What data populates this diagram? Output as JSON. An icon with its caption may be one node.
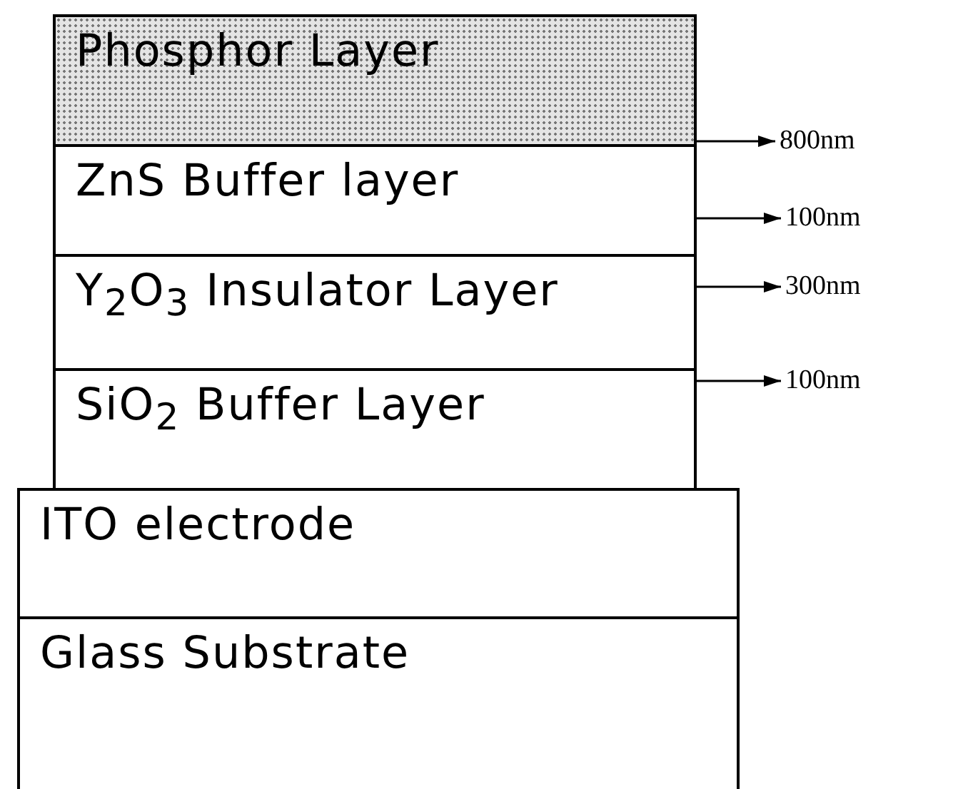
{
  "diagram": {
    "nodes": [
      {
        "text": [
          "Phosphor Layer"
        ]
      },
      {
        "text": [
          "ZnS Buffer layer"
        ]
      },
      {
        "text": [
          "Y$_{2}$O$_{3}$ Insulator Layer"
        ]
      },
      {
        "text": [
          "SiO$_{2}$ Buffer Layer"
        ]
      },
      {
        "text": [
          "ITO electrode"
        ]
      },
      {
        "text": [
          "Glass Substrate"
        ]
      },
      {
        "text": [
          "800nm"
        ]
      },
      {
        "text": [
          "100nm"
        ]
      },
      {
        "text": [
          "300nm"
        ]
      },
      {
        "text": [
          "100nm"
        ]
      }
    ],
    "edges": [
      {
        "from": 0,
        "to": 6,
        "arrow": "to"
      },
      {
        "from": 1,
        "to": 7,
        "arrow": "to"
      },
      {
        "from": 2,
        "to": 8,
        "arrow": "to"
      },
      {
        "from": 3,
        "to": 9,
        "arrow": "to"
      }
    ]
  }
}
